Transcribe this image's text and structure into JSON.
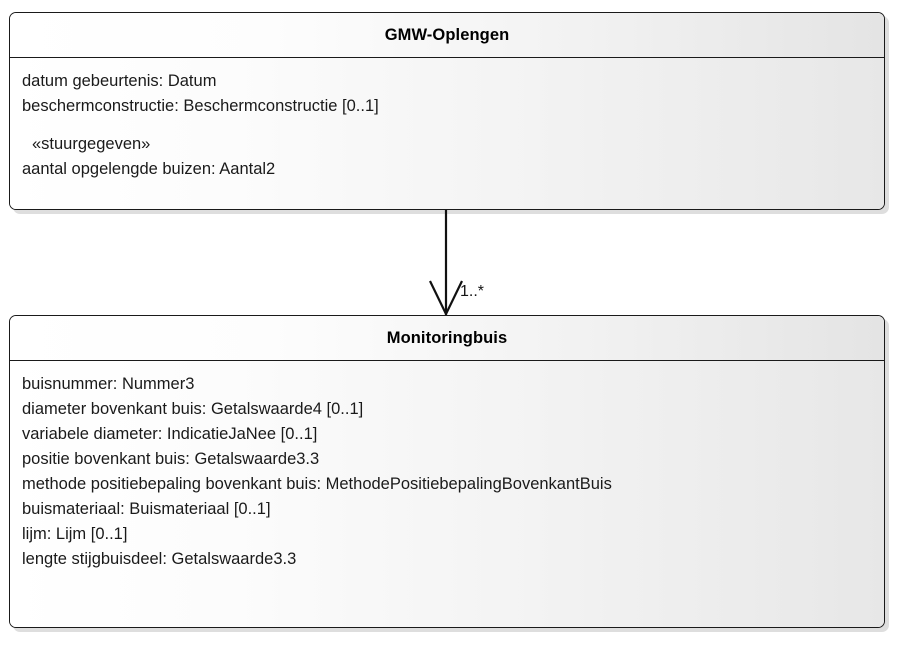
{
  "diagram": {
    "type": "uml-class-diagram",
    "background_color": "#ffffff",
    "border_color": "#1a1a1a",
    "text_color": "#1a1a1a"
  },
  "classes": [
    {
      "id": "gmw-oplengen",
      "name": "GMW-Oplengen",
      "attributes": [
        {
          "text": "datum gebeurtenis: Datum",
          "style": "normal"
        },
        {
          "text": "beschermconstructie: Beschermconstructie [0..1]",
          "style": "normal"
        },
        {
          "text": "«stuurgegeven»",
          "style": "stereotype"
        },
        {
          "text": "aantal opgelengde buizen: Aantal2",
          "style": "normal"
        }
      ]
    },
    {
      "id": "monitoringbuis",
      "name": "Monitoringbuis",
      "attributes": [
        {
          "text": "buisnummer: Nummer3",
          "style": "normal"
        },
        {
          "text": "diameter bovenkant buis: Getalswaarde4 [0..1]",
          "style": "normal"
        },
        {
          "text": "variabele diameter: IndicatieJaNee [0..1]",
          "style": "normal"
        },
        {
          "text": "positie bovenkant buis: Getalswaarde3.3",
          "style": "normal"
        },
        {
          "text": "methode positiebepaling bovenkant buis: MethodePositiebepalingBovenkantBuis",
          "style": "normal"
        },
        {
          "text": "buismateriaal: Buismateriaal [0..1]",
          "style": "normal"
        },
        {
          "text": "lijm: Lijm [0..1]",
          "style": "normal"
        },
        {
          "text": "lengte stijgbuisdeel: Getalswaarde3.3",
          "style": "normal"
        }
      ]
    }
  ],
  "relationships": [
    {
      "id": "gmw-oplengen-to-monitoringbuis",
      "from": "gmw-oplengen",
      "to": "monitoringbuis",
      "arrow": "open-arrowhead",
      "target_multiplicity": "1..*"
    }
  ]
}
